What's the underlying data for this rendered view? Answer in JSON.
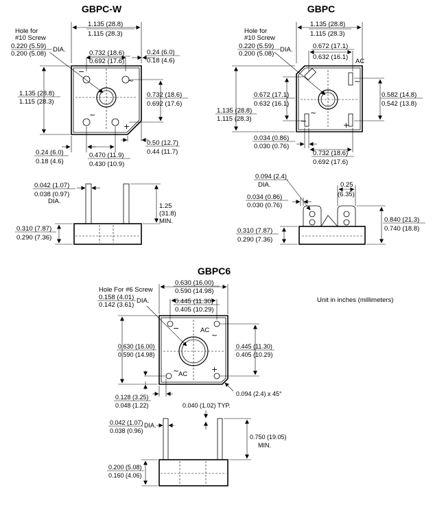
{
  "gbpcw": {
    "title": "GBPC-W",
    "top_w": [
      "1.135 (28.8)",
      "1.115 (28.3)"
    ],
    "hole_note": [
      "Hole for",
      "#10 Screw"
    ],
    "hole_dia": [
      "0.220 (5.59)",
      "0.200 (5.08)"
    ],
    "dia_label": "DIA.",
    "pin_sp": [
      "0.732 (18.6)",
      "0.692 (17.6)"
    ],
    "edge": [
      "0.24 (6.0)",
      "0.18 (4.6)"
    ],
    "left_h": [
      "1.135 (28.8)",
      "1.115 (28.3)"
    ],
    "right_sp": [
      "0.732 (18.6)",
      "0.692 (17.6)"
    ],
    "bot_edge": [
      "0.24 (6.0)",
      "0.18 (4.6)"
    ],
    "bot_sp": [
      "0.470 (11.9)",
      "0.430 (10.9)"
    ],
    "chamfer": [
      "0.50 (12.7)",
      "0.44 (11.7)"
    ],
    "lead_dia": [
      "0.042 (1.07)",
      "0.038 (0.97)"
    ],
    "lead_dia_label": "DIA.",
    "lead_len": [
      "1.25",
      "(31.8)",
      "MIN."
    ],
    "height": [
      "0.310 (7.87)",
      "0.290 (7.36)"
    ],
    "sym": {
      "minus": "−",
      "ac": "~",
      "plus": "+"
    }
  },
  "gbpc": {
    "title": "GBPC",
    "top_w": [
      "1.135 (28.8)",
      "1.115 (28.3)"
    ],
    "hole_note": [
      "Hole for",
      "#10 Screw"
    ],
    "hole_dia": [
      "0.220 (5.59)",
      "0.200 (5.08)"
    ],
    "dia_label": "DIA.",
    "top_sp": [
      "0.672 (17.1)",
      "0.632 (16.1)"
    ],
    "ac_label": "AC",
    "left_sp": [
      "0.672 (17.1)",
      "0.632 (16.1)"
    ],
    "right_sp": [
      "0.582 (14.8)",
      "0.542 (13.8)"
    ],
    "left_h": [
      "1.135 (28.8)",
      "1.115 (28.3)"
    ],
    "term_w": [
      "0.034 (0.86)",
      "0.030 (0.76)"
    ],
    "bot_sp": [
      "0.732 (18.6)",
      "0.692 (17.6)"
    ],
    "hole2_dia": [
      "0.094 (2.4)",
      "DIA."
    ],
    "term_w2": [
      "0.034 (0.86)",
      "0.030 (0.76)"
    ],
    "term_sp": [
      "0.25",
      "(6.35)"
    ],
    "total_h": [
      "0.840 (21.3)",
      "0.740 (18.8)"
    ],
    "height": [
      "0.310 (7.87)",
      "0.290 (7.36)"
    ],
    "sym": {
      "minus": "−",
      "ac": "~",
      "plus": "+"
    }
  },
  "gbpc6": {
    "title": "GBPC6",
    "top_w": [
      "0.630 (16.00)",
      "0.590 (14.98)"
    ],
    "hole_note": "Hole For #6 Screw",
    "hole_dia": [
      "0.158 (4.01)",
      "0.142 (3.61)"
    ],
    "dia_label": "DIA.",
    "pin_sp": [
      "0.445 (11.30)",
      "0.405 (10.29)"
    ],
    "left_h": [
      "0.630 (16.00)",
      "0.590 (14.98)"
    ],
    "right_sp": [
      "0.445 (11.30)",
      "0.405 (10.29)"
    ],
    "ac1": "AC",
    "ac2": "AC",
    "edge": [
      "0.128 (3.25)",
      "0.048 (1.22)"
    ],
    "chamfer": "0.094 (2.4) x 45°",
    "lead_sp": "0.040 (1.02) TYP.",
    "lead_dia": [
      "0.042 (1.07)",
      "0.038 (0.96)"
    ],
    "lead_dia_label": "DIA.",
    "lead_len": [
      "0.750 (19.05)",
      "MIN."
    ],
    "height": [
      "0.200 (5.08)",
      "0.160 (4.06)"
    ],
    "sym": {
      "minus": "−",
      "ac": "~",
      "plus": "+"
    }
  },
  "unit_note": "Unit in inches (millimeters)"
}
